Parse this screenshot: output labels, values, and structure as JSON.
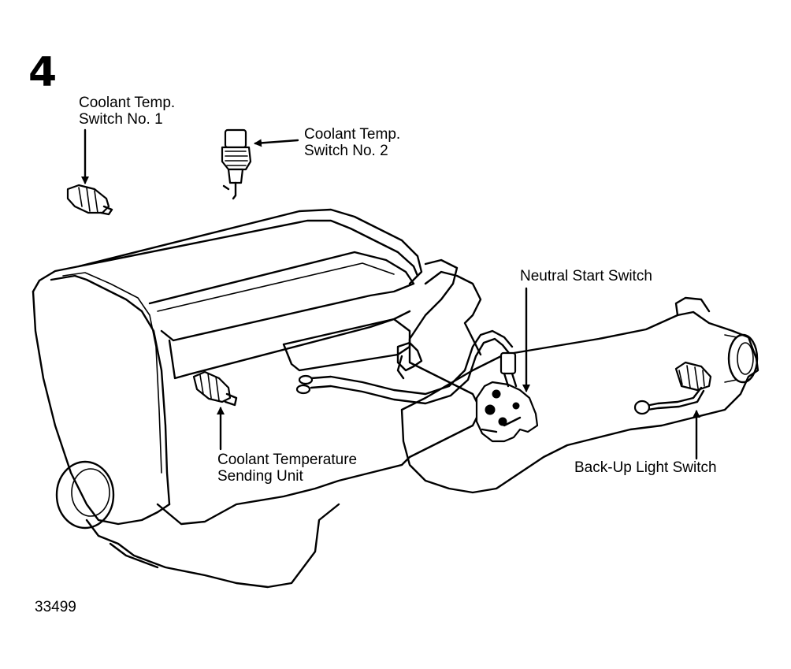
{
  "figure": {
    "number": "4",
    "reference": "33499"
  },
  "labels": {
    "coolant_switch_1": [
      "Coolant Temp.",
      "Switch No. 1"
    ],
    "coolant_switch_2": [
      "Coolant Temp.",
      "Switch No. 2"
    ],
    "neutral_start": "Neutral Start Switch",
    "coolant_sending": [
      "Coolant Temperature",
      "Sending Unit"
    ],
    "backup_light": "Back-Up Light Switch"
  }
}
